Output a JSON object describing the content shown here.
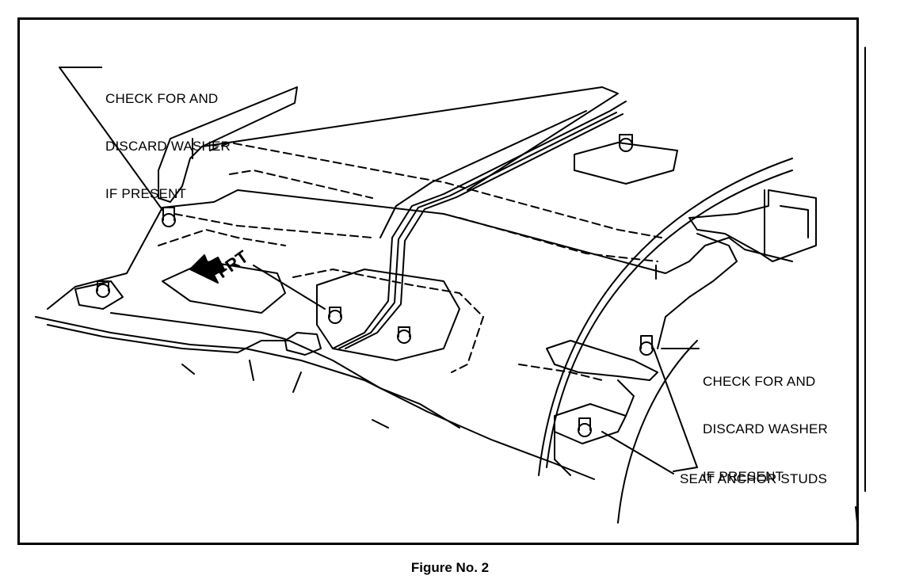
{
  "callout_top_left": {
    "line1": "CHECK FOR AND",
    "line2": "DISCARD WASHER",
    "line3": "IF PRESENT"
  },
  "callout_right": {
    "line1": "CHECK FOR AND",
    "line2": "DISCARD WASHER",
    "line3": "IF PRESENT"
  },
  "seat_anchor_label": "SEAT ANCHOR STUDS",
  "direction_label": "FRT",
  "caption": "Figure No. 2"
}
